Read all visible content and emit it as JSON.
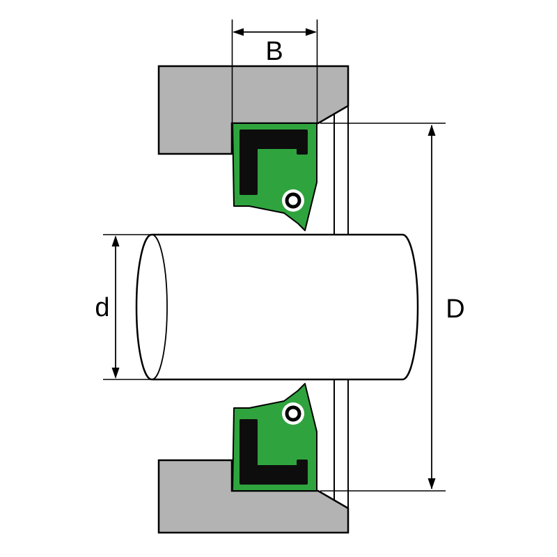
{
  "diagram": {
    "type": "technical-drawing",
    "labels": {
      "seal_width": "B",
      "shaft_diameter": "d",
      "outer_diameter": "D"
    },
    "colors": {
      "housing": "#b3b3b3",
      "seal": "#2fa43e",
      "case": "#0d0d0d",
      "shaft": "#ffffff",
      "line": "#000000",
      "background": "#ffffff"
    }
  }
}
